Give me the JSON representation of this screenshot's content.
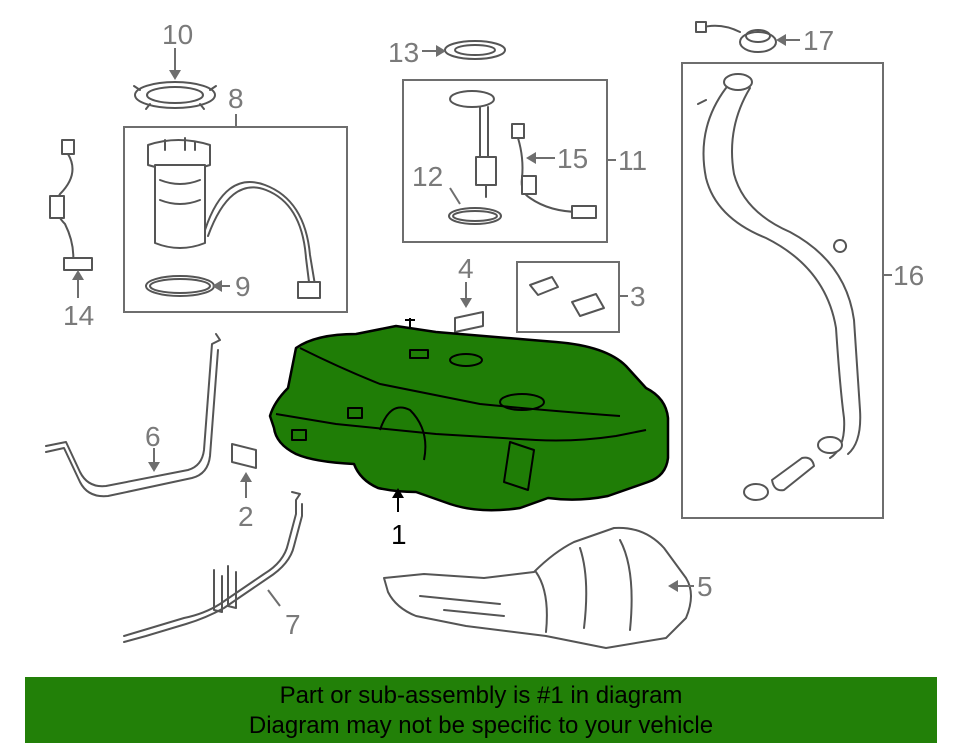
{
  "callouts": {
    "c1": "1",
    "c2": "2",
    "c3": "3",
    "c4": "4",
    "c5": "5",
    "c6": "6",
    "c7": "7",
    "c8": "8",
    "c9": "9",
    "c10": "10",
    "c11": "11",
    "c12": "12",
    "c13": "13",
    "c14": "14",
    "c15": "15",
    "c16": "16",
    "c17": "17"
  },
  "banner": {
    "line1": "Part or sub-assembly is #1 in diagram",
    "line2": "Diagram may not be specific to your vehicle"
  },
  "colors": {
    "highlight": "#1f7d06",
    "banner": "#228008"
  }
}
